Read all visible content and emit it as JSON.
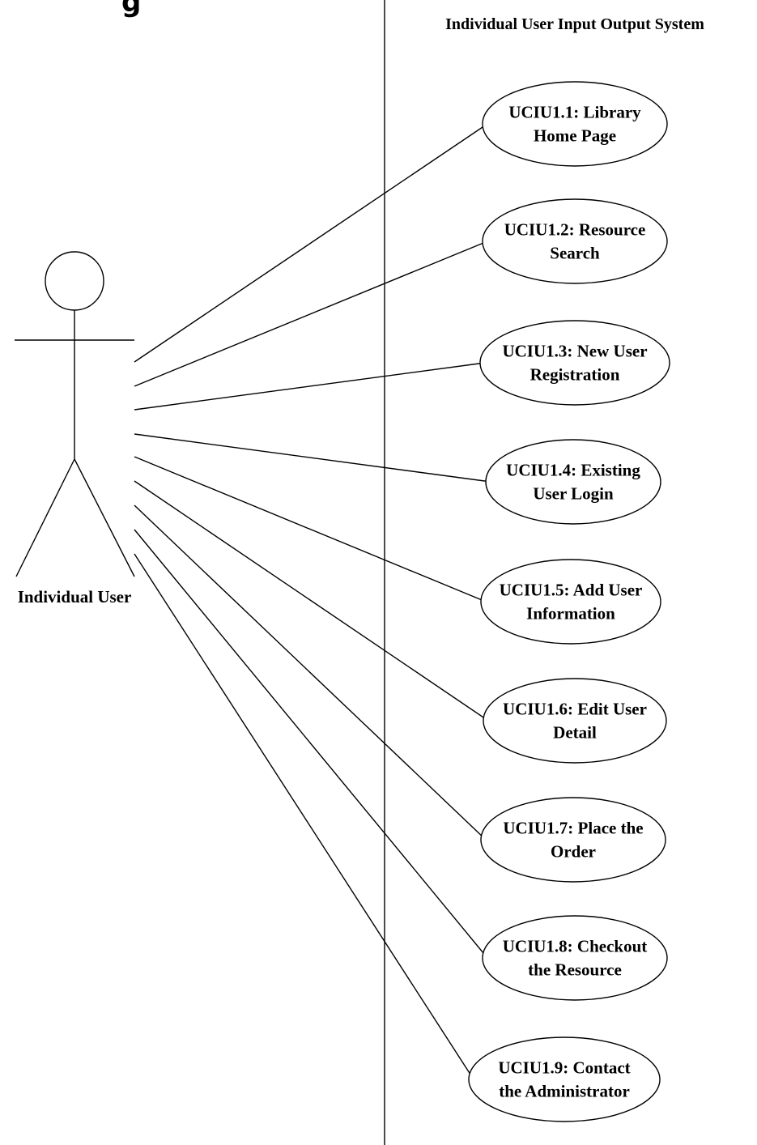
{
  "clipped_heading": "g",
  "system": {
    "title": "Individual User Input Output System"
  },
  "actor": {
    "name": "Individual User"
  },
  "use_cases": [
    {
      "id": "uc1",
      "lines": [
        "UCIU1.1: Library",
        "Home Page"
      ]
    },
    {
      "id": "uc2",
      "lines": [
        "UCIU1.2: Resource",
        "Search"
      ]
    },
    {
      "id": "uc3",
      "lines": [
        "UCIU1.3: New User",
        "Registration"
      ]
    },
    {
      "id": "uc4",
      "lines": [
        "UCIU1.4: Existing",
        "User Login"
      ]
    },
    {
      "id": "uc5",
      "lines": [
        "UCIU1.5: Add User",
        "Information"
      ]
    },
    {
      "id": "uc6",
      "lines": [
        "UCIU1.6: Edit User",
        "Detail"
      ]
    },
    {
      "id": "uc7",
      "lines": [
        "UCIU1.7: Place the",
        "Order"
      ]
    },
    {
      "id": "uc8",
      "lines": [
        "UCIU1.8: Checkout",
        "the Resource"
      ]
    },
    {
      "id": "uc9",
      "lines": [
        "UCIU1.9: Contact",
        "the Administrator"
      ]
    }
  ]
}
